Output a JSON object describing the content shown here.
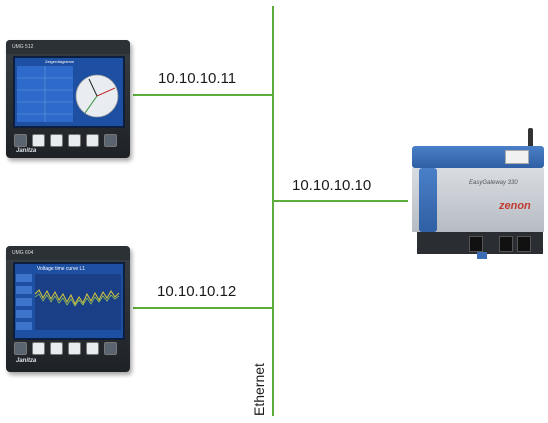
{
  "connections": [
    {
      "label": "10.10.10.11"
    },
    {
      "label": "10.10.10.10"
    },
    {
      "label": "10.10.10.12"
    }
  ],
  "bus_label": "Ethernet",
  "colors": {
    "wire": "#5cae3a",
    "meter_screen": "#1d4fa3",
    "gateway": "#3a6db5"
  },
  "devices": {
    "meter_top": {
      "screen_title": "Zeigerdiagramm",
      "brand": "Janitza",
      "model": "UMG 512"
    },
    "meter_bottom": {
      "screen_title": "Voltage time curve L1",
      "brand": "Janitza",
      "model": "UMG 604"
    },
    "gateway": {
      "brand": "zenon",
      "name": "EasyGateway 330"
    }
  }
}
